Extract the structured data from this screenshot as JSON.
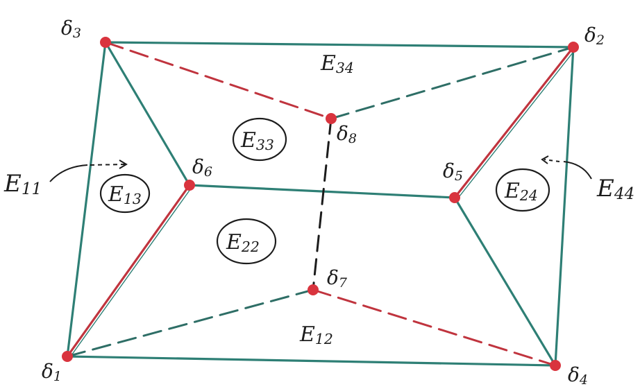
{
  "colors": {
    "green_edge": "#2e7f75",
    "red_edge": "#c0343e",
    "vertex": "#d9343e",
    "ink": "#1c1c1c"
  },
  "vertices": {
    "delta1": {
      "base": "δ",
      "sub": "1"
    },
    "delta2": {
      "base": "δ",
      "sub": "2"
    },
    "delta3": {
      "base": "δ",
      "sub": "3"
    },
    "delta4": {
      "base": "δ",
      "sub": "4"
    },
    "delta5": {
      "base": "δ",
      "sub": "5"
    },
    "delta6": {
      "base": "δ",
      "sub": "6"
    },
    "delta7": {
      "base": "δ",
      "sub": "7"
    },
    "delta8": {
      "base": "δ",
      "sub": "8"
    }
  },
  "regions": {
    "E13": {
      "base": "E",
      "sub": "13"
    },
    "E22": {
      "base": "E",
      "sub": "22"
    },
    "E33": {
      "base": "E",
      "sub": "33"
    },
    "E24": {
      "base": "E",
      "sub": "24"
    }
  },
  "edges": {
    "E11": {
      "base": "E",
      "sub": "11"
    },
    "E44": {
      "base": "E",
      "sub": "44"
    },
    "E34": {
      "base": "E",
      "sub": "34"
    },
    "E12": {
      "base": "E",
      "sub": "12"
    }
  }
}
